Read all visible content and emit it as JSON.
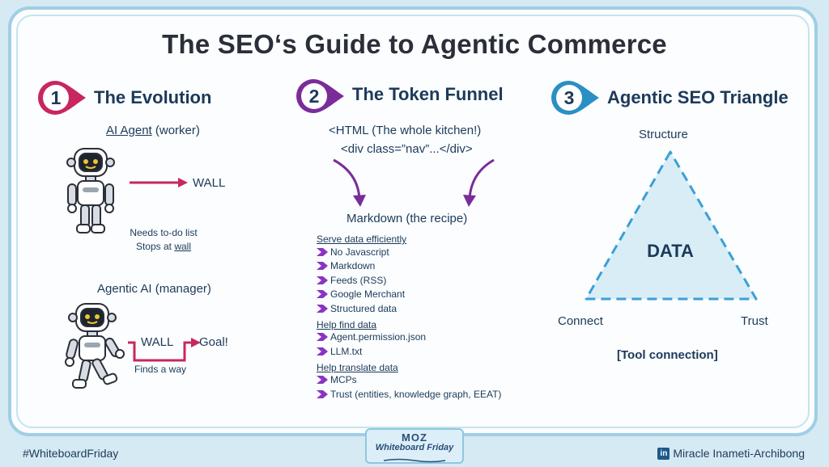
{
  "title": "The SEO‘s Guide to Agentic Commerce",
  "sections": [
    {
      "number": "1",
      "title": "The Evolution",
      "color": "#c8265f"
    },
    {
      "number": "2",
      "title": "The Token Funnel",
      "color": "#7a2c9a"
    },
    {
      "number": "3",
      "title": "Agentic SEO Triangle",
      "color": "#2a8fc4"
    }
  ],
  "evolution": {
    "agent_heading_link": "AI Agent",
    "agent_heading_rest": " (worker)",
    "wall_1": "WALL",
    "agent_note_1": "Needs to-do list",
    "agent_note_2_prefix": "Stops at ",
    "agent_note_2_link": "wall",
    "agentic_heading": "Agentic AI (manager)",
    "wall_2": "WALL",
    "goal": "Goal!",
    "finds_way": "Finds a way"
  },
  "funnel": {
    "html_line_1": "<HTML (The whole kitchen!)",
    "html_line_2": "<div class=”nav”...</div>",
    "markdown": "Markdown (the recipe)",
    "groups": [
      {
        "heading": "Serve data efficiently",
        "items": [
          "No Javascript",
          "Markdown",
          "Feeds (RSS)",
          "Google Merchant",
          "Structured data"
        ]
      },
      {
        "heading": "Help find data",
        "items": [
          "Agent.permission.json",
          "LLM.txt"
        ]
      },
      {
        "heading": "Help translate data",
        "items": [
          "MCPs",
          "Trust (entities, knowledge graph, EEAT)"
        ]
      }
    ]
  },
  "triangle": {
    "top": "Structure",
    "center": "DATA",
    "left": "Connect",
    "right": "Trust",
    "caption": "[Tool connection]"
  },
  "footer": {
    "hashtag": "#WhiteboardFriday",
    "linkedin_icon": "linkedin-icon",
    "linkedin_label": "in",
    "author": "Miracle Inameti-Archibong",
    "badge_logo": "MOZ",
    "badge_text": "Whiteboard Friday"
  }
}
